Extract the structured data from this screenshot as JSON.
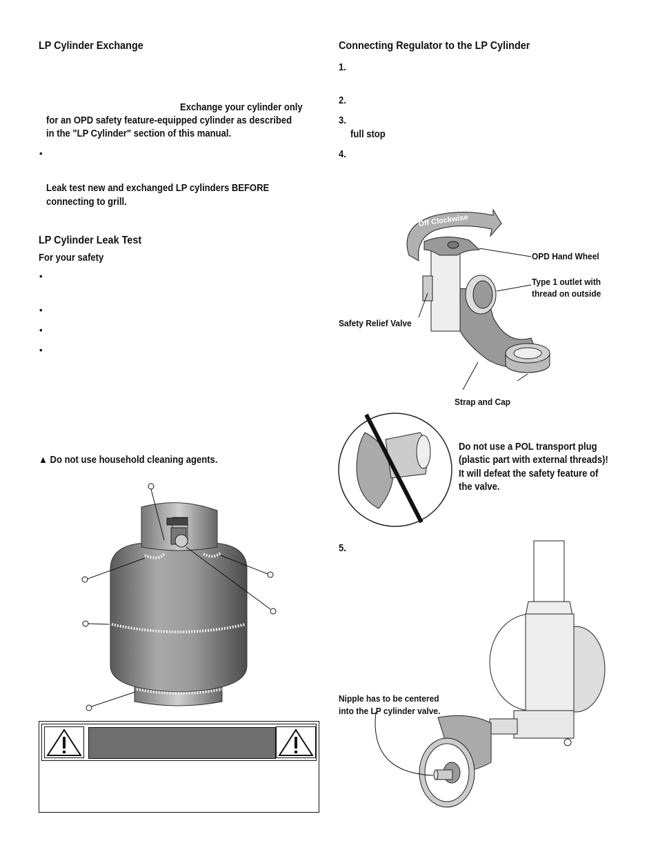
{
  "left": {
    "exchange_heading": "LP Cylinder Exchange",
    "exchange_line1": "Exchange your cylinder only",
    "exchange_line2": "for an OPD safety feature-equipped cylinder as described",
    "exchange_line3": "in the \"LP Cylinder\" section of this manual.",
    "bullet": "•",
    "leak_line1": "Leak test new and exchanged LP cylinders BEFORE",
    "leak_line2": "connecting to grill.",
    "leak_test_heading": "LP Cylinder Leak Test",
    "safety_subheading": "For your safety",
    "cleaning_warning": "▲ Do not use household cleaning agents."
  },
  "right": {
    "connect_heading": "Connecting Regulator to the LP Cylinder",
    "steps": [
      "1.",
      "2.",
      "3.",
      "4.",
      "5."
    ],
    "step3_text": "full stop",
    "valve_labels": {
      "off_clockwise": "Off Clockwise",
      "hand_wheel": "OPD Hand Wheel",
      "outlet_line1": "Type 1 outlet with",
      "outlet_line2": "thread on outside",
      "relief": "Safety Relief Valve",
      "strap": "Strap and Cap"
    },
    "pol_warning": [
      "Do not use a POL transport plug",
      "(plastic part with external threads)!",
      "It will defeat the safety feature of",
      "the valve."
    ],
    "nipple_label": [
      "Nipple has to be centered",
      "into the LP cylinder valve."
    ]
  },
  "colors": {
    "text": "#111111",
    "warning_bar": "#6e6e6e",
    "tank": "#8c8c8c"
  }
}
